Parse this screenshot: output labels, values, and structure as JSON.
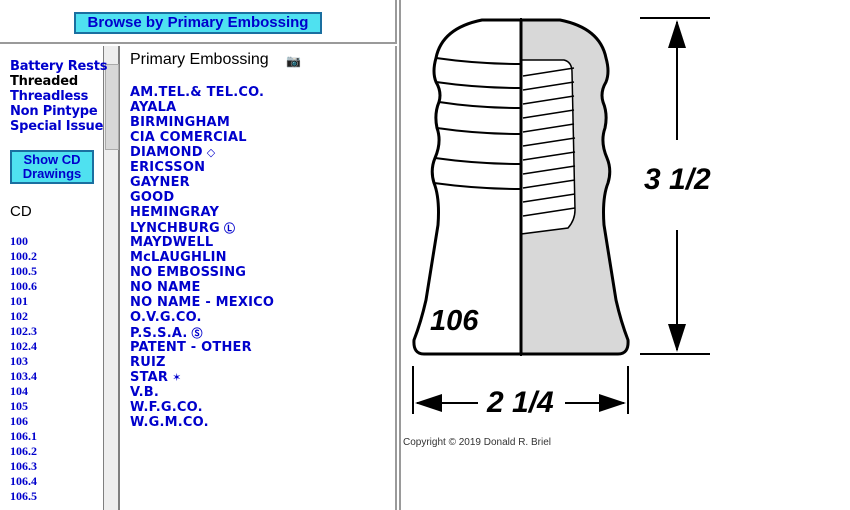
{
  "header": {
    "browse_button": "Browse by Primary Embossing"
  },
  "nav": [
    {
      "label": "Battery Rests",
      "current": false
    },
    {
      "label": "Threaded",
      "current": true
    },
    {
      "label": "Threadless",
      "current": false
    },
    {
      "label": "Non Pintype",
      "current": false
    },
    {
      "label": "Special Issue",
      "current": false
    }
  ],
  "cd_button": [
    "Show CD",
    "Drawings"
  ],
  "cd_heading": "CD",
  "cd_list": [
    "100",
    "100.2",
    "100.5",
    "100.6",
    "101",
    "102",
    "102.3",
    "102.4",
    "103",
    "103.4",
    "104",
    "105",
    "106",
    "106.1",
    "106.2",
    "106.3",
    "106.4",
    "106.5"
  ],
  "embossing_title": "Primary Embossing",
  "embossing": [
    "AM.TEL.& TEL.CO.",
    "AYALA",
    "BIRMINGHAM",
    "CIA COMERCIAL",
    "DIAMOND",
    "ERICSSON",
    "GAYNER",
    "GOOD",
    "HEMINGRAY",
    "LYNCHBURG",
    "MAYDWELL",
    "McLAUGHLIN",
    "NO EMBOSSING",
    "NO NAME",
    "NO NAME - MEXICO",
    "O.V.G.CO.",
    "P.S.S.A.",
    "PATENT - OTHER",
    "RUIZ",
    "STAR",
    "V.B.",
    "W.F.G.CO.",
    "W.G.M.CO."
  ],
  "drawing": {
    "cd_number": "106",
    "height_label": "3 1/2",
    "width_label": "2 1/4"
  },
  "copyright": "Copyright © 2019 Donald R. Briel"
}
